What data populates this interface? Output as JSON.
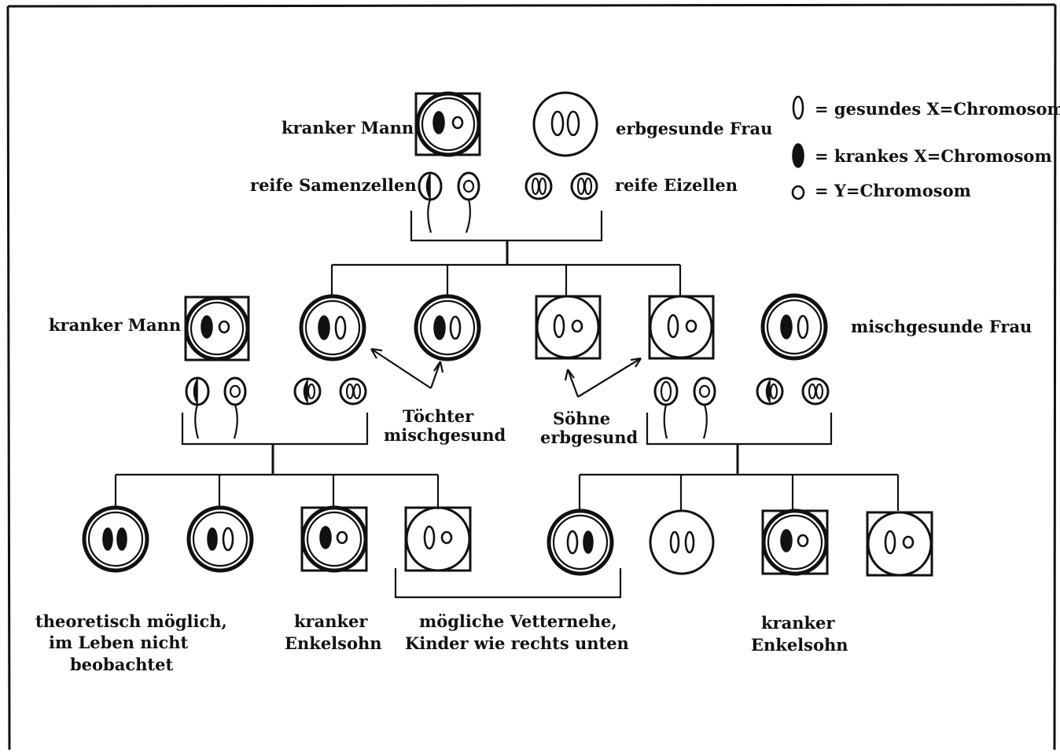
{
  "labels": {
    "father_top": "kranker Mann",
    "mother_top": "erbgesunde Frau",
    "sperm_top": "reife Samenzellen",
    "egg_top": "reife Eizellen",
    "legend_healthy": "= gesundes X=Chromosom",
    "legend_sick": "= krankes X=Chromosom",
    "legend_y": "= Y=Chromosom",
    "left_man": "kranker Mann",
    "right_woman": "mischgesunde Frau",
    "daughters_1": "Töchter",
    "daughters_2": "mischgesund",
    "sons_1": "Söhne",
    "sons_2": "erbgesund",
    "note_left_1": "theoretisch möglich,",
    "note_left_2": "im Leben nicht",
    "note_left_3": "beobachtet",
    "grandson_l_1": "kranker",
    "grandson_l_2": "Enkelsohn",
    "cousin_1": "mögliche Vetternehe,",
    "cousin_2": "Kinder wie rechts unten",
    "grandson_r_1": "kranker",
    "grandson_r_2": "Enkelsohn"
  },
  "colors": {
    "ink": "#111111",
    "paper": "#ffffff"
  }
}
